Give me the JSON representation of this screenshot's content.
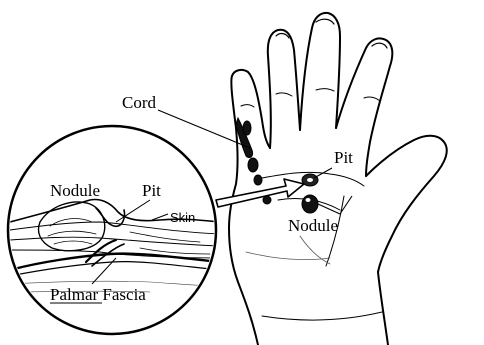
{
  "diagram": {
    "labels": {
      "cord": "Cord",
      "pit_hand": "Pit",
      "nodule_hand": "Nodule",
      "nodule_inset": "Nodule",
      "pit_inset": "Pit",
      "skin": "Skin",
      "palmar_fascia": "Palmar Fascia"
    },
    "colors": {
      "ink": "#000000",
      "background": "#ffffff"
    }
  }
}
